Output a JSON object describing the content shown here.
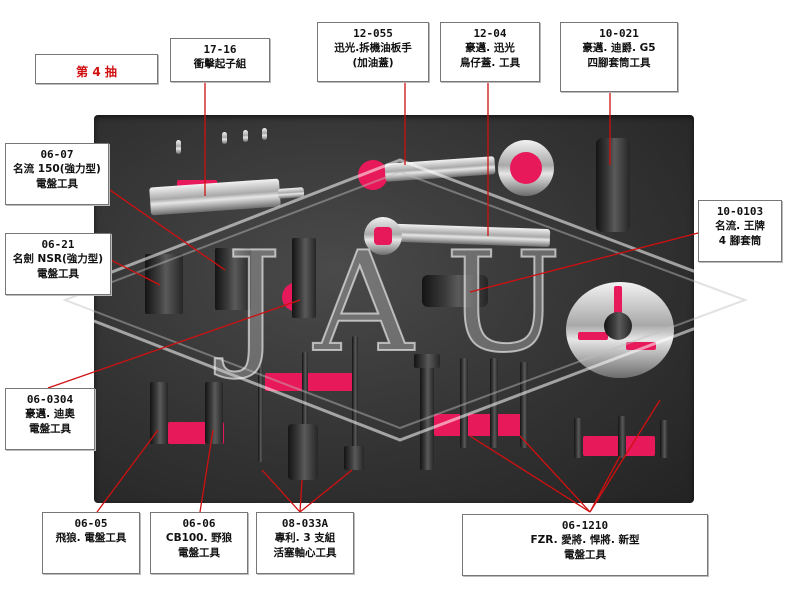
{
  "drawer_label": "第 4 抽",
  "watermark": {
    "text": "JAU"
  },
  "labels": [
    {
      "id": "17-16",
      "code": "17-16",
      "lines": [
        "衝擊起子組"
      ]
    },
    {
      "id": "12-055",
      "code": "12-055",
      "lines": [
        "迅光.拆機油板手",
        "(加油蓋)"
      ]
    },
    {
      "id": "12-04",
      "code": "12-04",
      "lines": [
        "豪邁. 迅光",
        "鳥仔蓋. 工具"
      ]
    },
    {
      "id": "10-021",
      "code": "10-021",
      "lines": [
        "豪邁. 迪爵. G5",
        "四腳套筒工具"
      ]
    },
    {
      "id": "06-07",
      "code": "06-07",
      "lines": [
        "名流 150(強力型)",
        "電盤工具"
      ]
    },
    {
      "id": "06-21",
      "code": "06-21",
      "lines": [
        "名劍 NSR(強力型)",
        "電盤工具"
      ]
    },
    {
      "id": "10-0103",
      "code": "10-0103",
      "lines": [
        "名流. 王牌",
        "4 腳套筒"
      ]
    },
    {
      "id": "06-0304",
      "code": "06-0304",
      "lines": [
        "豪邁. 迪奧",
        "電盤工具"
      ]
    },
    {
      "id": "06-05",
      "code": "06-05",
      "lines": [
        "飛狼. 電盤工具"
      ]
    },
    {
      "id": "06-06",
      "code": "06-06",
      "lines": [
        "CB100. 野狼",
        "電盤工具"
      ]
    },
    {
      "id": "08-033A",
      "code": "08-033A",
      "lines": [
        "專利. 3 支組",
        "活塞軸心工具"
      ]
    },
    {
      "id": "06-1210",
      "code": "06-1210",
      "lines": [
        "FZR. 愛將. 悍將. 新型",
        "電盤工具"
      ]
    }
  ],
  "colors": {
    "foam": "#333333",
    "foam_cutout": "#e8195a",
    "drawer_label_text": "#d01010",
    "leader_line": "#d01010"
  }
}
